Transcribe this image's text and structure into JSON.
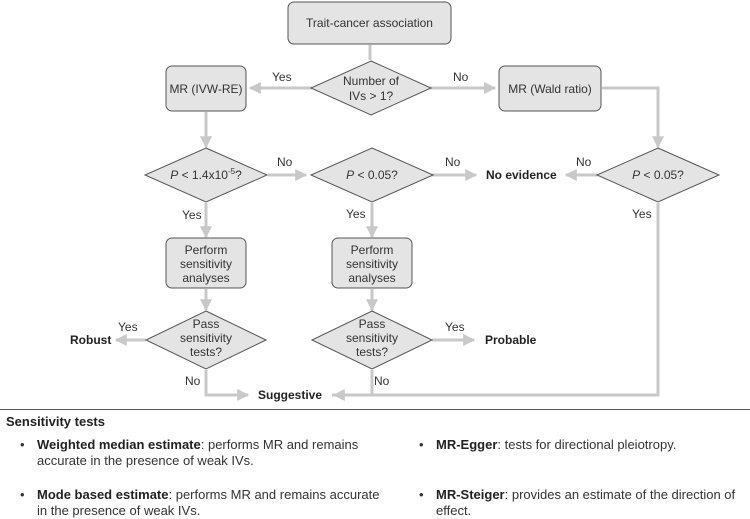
{
  "diagram": {
    "start": "Trait-cancer association",
    "decision_ivs": [
      "Number of",
      "IVs > 1?"
    ],
    "mr_ivw": "MR (IVW-RE)",
    "mr_wald": "MR (Wald ratio)",
    "p_threshold_prefix": " < 1.4x10",
    "p_threshold_exp": "-5",
    "p_threshold_suffix": "?",
    "p_005_suffix": " < 0.05?",
    "p_italic": "P",
    "no_evidence": "No evidence",
    "sensitivity_box": [
      "Perform",
      "sensitivity",
      "analyses"
    ],
    "pass_tests": [
      "Pass",
      "sensitivity",
      "tests?"
    ],
    "robust": "Robust",
    "probable": "Probable",
    "suggestive": "Suggestive",
    "yes": "Yes",
    "no": "No"
  },
  "legend": {
    "title": "Sensitivity tests",
    "items": [
      {
        "term": "Weighted median estimate",
        "desc": ": performs MR and remains accurate in the presence of weak IVs."
      },
      {
        "term": "MR-Egger",
        "desc": ": tests for directional pleiotropy."
      },
      {
        "term": "Mode based estimate",
        "desc": ": performs MR and remains accurate in the presence of weak IVs."
      },
      {
        "term": "MR-Steiger",
        "desc": ": provides an estimate of the direction of effect."
      }
    ]
  },
  "colors": {
    "box_fill": "#e4e4e4",
    "box_stroke": "#555555",
    "arrow": "#c8c8c8"
  }
}
